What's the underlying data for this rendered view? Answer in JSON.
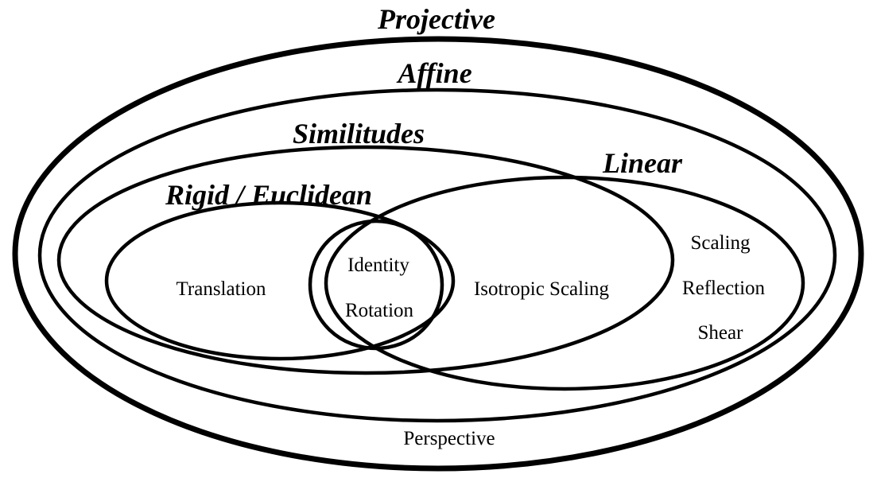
{
  "diagram": {
    "sets": {
      "projective": {
        "title": "Projective",
        "members": [
          "Perspective"
        ]
      },
      "affine": {
        "title": "Affine"
      },
      "similitudes": {
        "title": "Similitudes"
      },
      "linear": {
        "title": "Linear",
        "members": [
          "Scaling",
          "Reflection",
          "Shear"
        ]
      },
      "rigid": {
        "title": "Rigid / Euclidean",
        "members": [
          "Translation"
        ]
      },
      "rigid_linear_overlap": {
        "members": [
          "Identity",
          "Rotation"
        ]
      },
      "similitudes_linear_overlap": {
        "members": [
          "Isotropic Scaling"
        ]
      }
    },
    "stroke_color": "#000000"
  }
}
